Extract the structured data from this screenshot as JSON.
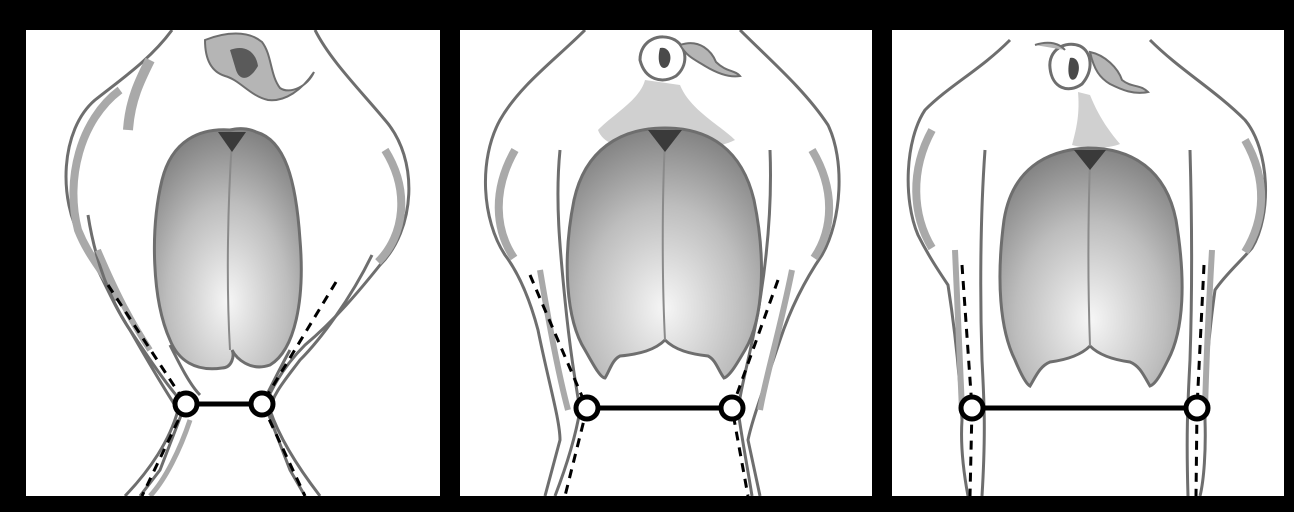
{
  "figure": {
    "panel_count": 3,
    "colors": {
      "frame": "#000000",
      "background": "#ffffff",
      "outline": "#6e6e6e",
      "shadow": "#a9a9a9",
      "udder_light": "#f4f4f4",
      "udder_dark": "#7a7a7a",
      "measure_line": "#000000",
      "marker_fill": "#ffffff"
    },
    "panels": [
      {
        "id": "panel-1",
        "description_key": "narrow-hock-stance"
      },
      {
        "id": "panel-2",
        "description_key": "medium-hock-stance"
      },
      {
        "id": "panel-3",
        "description_key": "wide-hock-stance"
      }
    ]
  }
}
